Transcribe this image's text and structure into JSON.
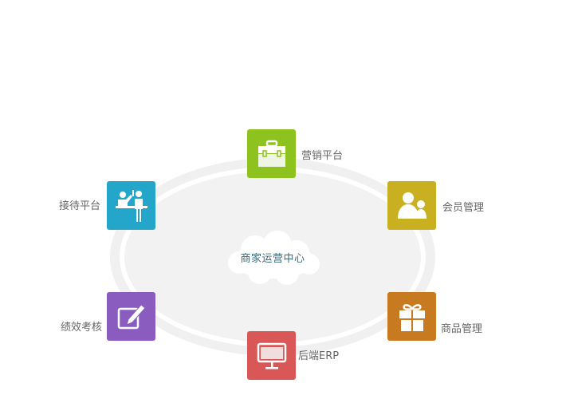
{
  "diagram": {
    "center": {
      "label": "商家运营中心",
      "color": "#3b6878"
    },
    "nodes": [
      {
        "id": "marketing",
        "label": "营销平台",
        "icon": "briefcase-icon",
        "color": "#8dc21f"
      },
      {
        "id": "reception",
        "label": "接待平台",
        "icon": "reception-desk-icon",
        "color": "#23a6c9"
      },
      {
        "id": "members",
        "label": "会员管理",
        "icon": "users-icon",
        "color": "#c9b020"
      },
      {
        "id": "performance",
        "label": "绩效考核",
        "icon": "edit-pencil-icon",
        "color": "#8a5cbf"
      },
      {
        "id": "products",
        "label": "商品管理",
        "icon": "gift-icon",
        "color": "#c77a1f"
      },
      {
        "id": "erp",
        "label": "后端ERP",
        "icon": "monitor-icon",
        "color": "#d95757"
      }
    ]
  }
}
